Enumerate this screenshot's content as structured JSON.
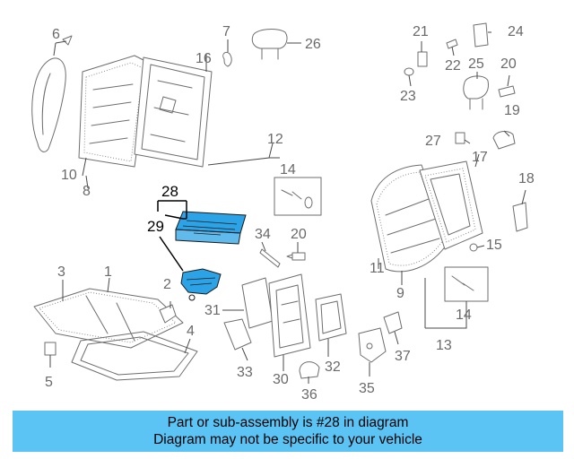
{
  "highlight_color": "#2ba3e6",
  "banner": {
    "background": "#5bc4f4",
    "line1": "Part or sub-assembly is #28 in diagram",
    "line2": "Diagram may not be specific to your vehicle"
  },
  "callouts": {
    "c1": "1",
    "c2": "2",
    "c3": "3",
    "c4": "4",
    "c5": "5",
    "c6": "6",
    "c7": "7",
    "c8": "8",
    "c9": "9",
    "c10": "10",
    "c11": "11",
    "c12": "12",
    "c13": "13",
    "c14a": "14",
    "c14b": "14",
    "c15": "15",
    "c16": "16",
    "c17": "17",
    "c18": "18",
    "c19": "19",
    "c20a": "20",
    "c20b": "20",
    "c21": "21",
    "c22": "22",
    "c23": "23",
    "c24": "24",
    "c25": "25",
    "c26": "26",
    "c27": "27",
    "c28": "28",
    "c29": "29",
    "c30": "30",
    "c31": "31",
    "c32": "32",
    "c33": "33",
    "c34": "34",
    "c35": "35",
    "c36": "36",
    "c37": "37"
  }
}
